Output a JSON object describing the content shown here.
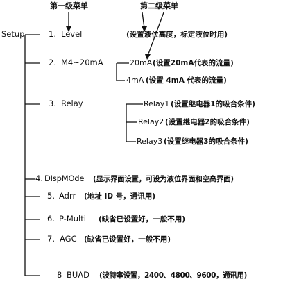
{
  "headers": {
    "level1": "第一级菜单",
    "level2": "第二级菜单"
  },
  "root": "Setup",
  "items": [
    {
      "num": "1.",
      "name": "Level",
      "desc": "(设置液位高度，标定液位时用)"
    },
    {
      "num": "2.",
      "name": "M4~20mA",
      "desc": ""
    },
    {
      "num": "3.",
      "name": "Relay",
      "desc": ""
    },
    {
      "num": "4.",
      "name": "DIspMOde",
      "desc": "(显示界面设置，可设为液位界面和空高界面)"
    },
    {
      "num": "5.",
      "name": "Adrr",
      "desc": "(地址 ID 号，通讯用)"
    },
    {
      "num": "6.",
      "name": "P-Multi",
      "desc": "(缺省已设置好，一般不用)"
    },
    {
      "num": "7.",
      "name": "AGC",
      "desc": "(缺省已设置好，一般不用)"
    },
    {
      "num": "8",
      "name": "BUAD",
      "desc": "(波特率设置，2400、4800、9600，通讯用)"
    }
  ],
  "sub_m4": [
    {
      "name": "20mA",
      "desc": "(设置20mA代表的流量)"
    },
    {
      "name": "4mA",
      "desc": "(设置 4mA 代表的流量)"
    }
  ],
  "sub_relay": [
    {
      "name": "Relay1",
      "desc": "(设置继电器1的吸合条件)"
    },
    {
      "name": "Relay2",
      "desc": "(设置继电器2的吸合条件)"
    },
    {
      "name": "Relay3",
      "desc": "(设置继电器3的吸合条件)"
    }
  ]
}
